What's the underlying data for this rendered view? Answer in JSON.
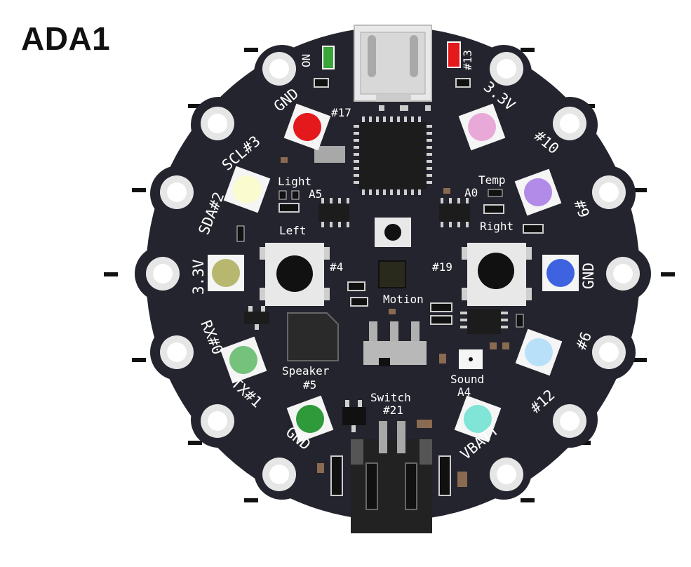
{
  "title": "ADA1",
  "colors": {
    "board": "#24242e",
    "pad": "#e3e3e3",
    "silkscreen": "#ffffff",
    "led_gnd_top": "#e3191c",
    "led_3v3_top": "#e8a9d8",
    "led_10_9": "#b28be8",
    "led_gnd_right": "#3d63e0",
    "led_6_12": "#b8e0f8",
    "led_vbatt": "#80e4d6",
    "led_gnd_bottom": "#2e9a3a",
    "led_rx_tx": "#74c27b",
    "led_3v3_left": "#b7b770",
    "led_scl_sda": "#fbfbd0",
    "status_on": "#3aa63a",
    "status_13": "#e3191c"
  },
  "pads": {
    "gnd_top": "GND",
    "v3_top": "3.3V",
    "p10": "#10",
    "p9": "#9",
    "gnd_right": "GND",
    "p6": "#6",
    "p12": "#12",
    "vbatt": "VBATT",
    "gnd_bottom": "GND",
    "tx1": "TX#1",
    "rx0": "RX#0",
    "v3_left": "3.3V",
    "sda2": "SDA#2",
    "scl3": "SCL#3"
  },
  "labels": {
    "on": "ON",
    "p13": "#13",
    "p17": "#17",
    "light": "Light",
    "a5": "A5",
    "temp": "Temp",
    "a0": "A0",
    "left": "Left",
    "right": "Right",
    "p4": "#4",
    "p19": "#19",
    "motion": "Motion",
    "speaker": "Speaker",
    "p5": "#5",
    "sound": "Sound",
    "a4": "A4",
    "switch": "Switch",
    "p21": "#21"
  },
  "pin_marks": [
    "-",
    "-",
    "-",
    "-",
    "-",
    "-",
    "-",
    "-",
    "-",
    "-",
    "-",
    "-",
    "-",
    "-"
  ]
}
